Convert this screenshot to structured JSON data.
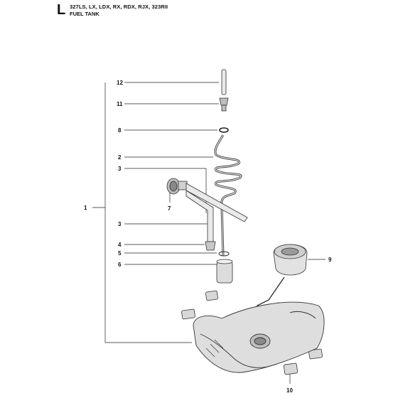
{
  "header": {
    "section_letter": "L",
    "models": "327LS, LX, LDX, RX, RDX, RJX, 323RII",
    "title": "FUEL TANK"
  },
  "callouts": [
    "12",
    "11",
    "8",
    "2",
    "3",
    "7",
    "1",
    "3",
    "4",
    "5",
    "6",
    "9",
    "10"
  ]
}
